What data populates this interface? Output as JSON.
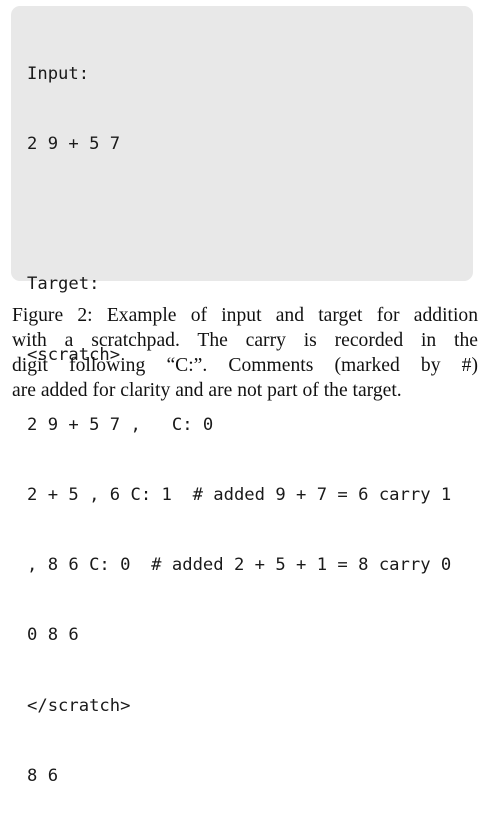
{
  "example": {
    "lines": [
      "Input:",
      "2 9 + 5 7",
      "",
      "Target:",
      "<scratch>",
      "2 9 + 5 7 ,   C: 0",
      "2 + 5 , 6 C: 1  # added 9 + 7 = 6 carry 1",
      ", 8 6 C: 0  # added 2 + 5 + 1 = 8 carry 0",
      "0 8 6",
      "</scratch>",
      "8 6"
    ]
  },
  "caption": {
    "lines": [
      "Figure 2: Example of input and target for addition",
      "with a scratchpad.  The carry is recorded in the",
      "digit following “C:”.  Comments (marked by #)",
      "are added for clarity and are not part of the target."
    ]
  }
}
